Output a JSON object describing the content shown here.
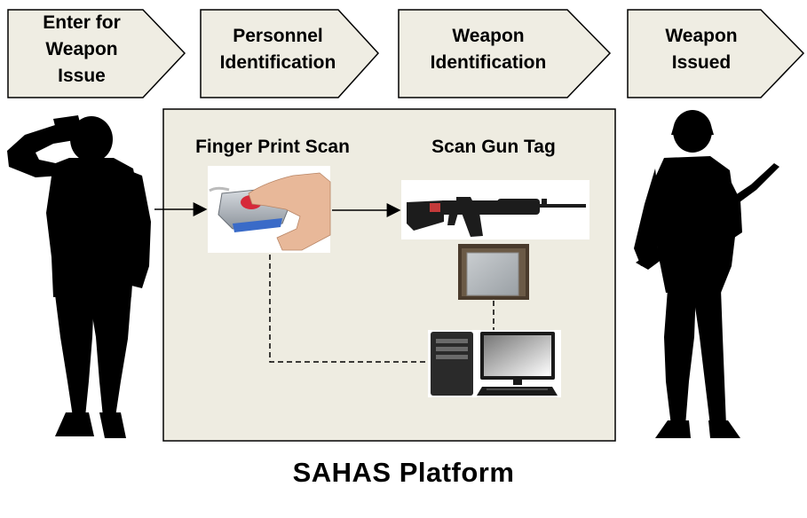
{
  "steps": [
    {
      "lines": [
        "Enter for",
        "Weapon",
        "Issue"
      ]
    },
    {
      "lines": [
        "Personnel",
        "Identification"
      ]
    },
    {
      "lines": [
        "Weapon",
        "Identification"
      ]
    },
    {
      "lines": [
        "Weapon",
        "Issued"
      ]
    }
  ],
  "platform": {
    "fingerprint_label": "Finger Print Scan",
    "gun_tag_label": "Scan Gun Tag",
    "title": "SAHAS Platform"
  },
  "colors": {
    "step_fill": "#efede3",
    "platform_fill": "#eeece1",
    "silhouette": "#000000"
  },
  "icons": [
    "saluting-soldier-icon",
    "fingerprint-scanner-icon",
    "rifle-icon",
    "tag-reader-icon",
    "computer-icon",
    "armed-soldier-icon"
  ]
}
